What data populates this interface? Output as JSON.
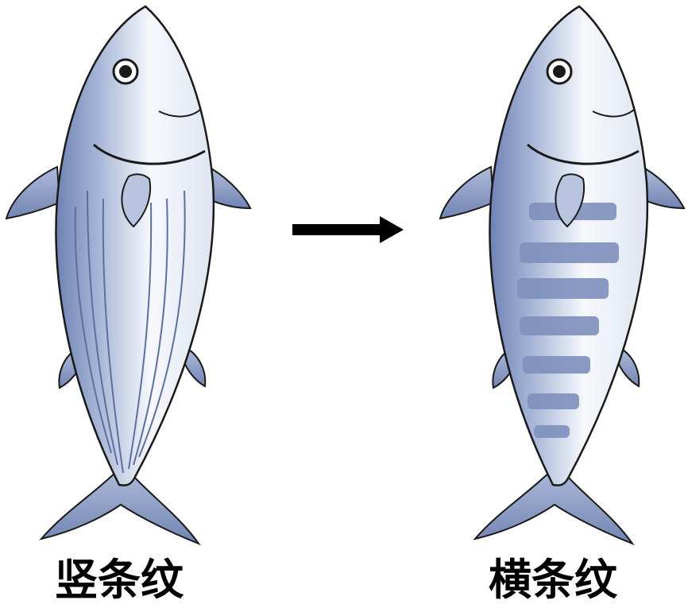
{
  "left_fish": {
    "label": "竖条纹",
    "stripe_orientation": "vertical"
  },
  "right_fish": {
    "label": "横条纹",
    "stripe_orientation": "horizontal"
  },
  "arrow": {
    "direction": "right",
    "color": "#000000"
  },
  "colors": {
    "fish_body_blue": "#8898c0",
    "fish_belly": "#f4f6fb",
    "outline": "#1a1a1a",
    "stripe": "#7f90bd"
  }
}
